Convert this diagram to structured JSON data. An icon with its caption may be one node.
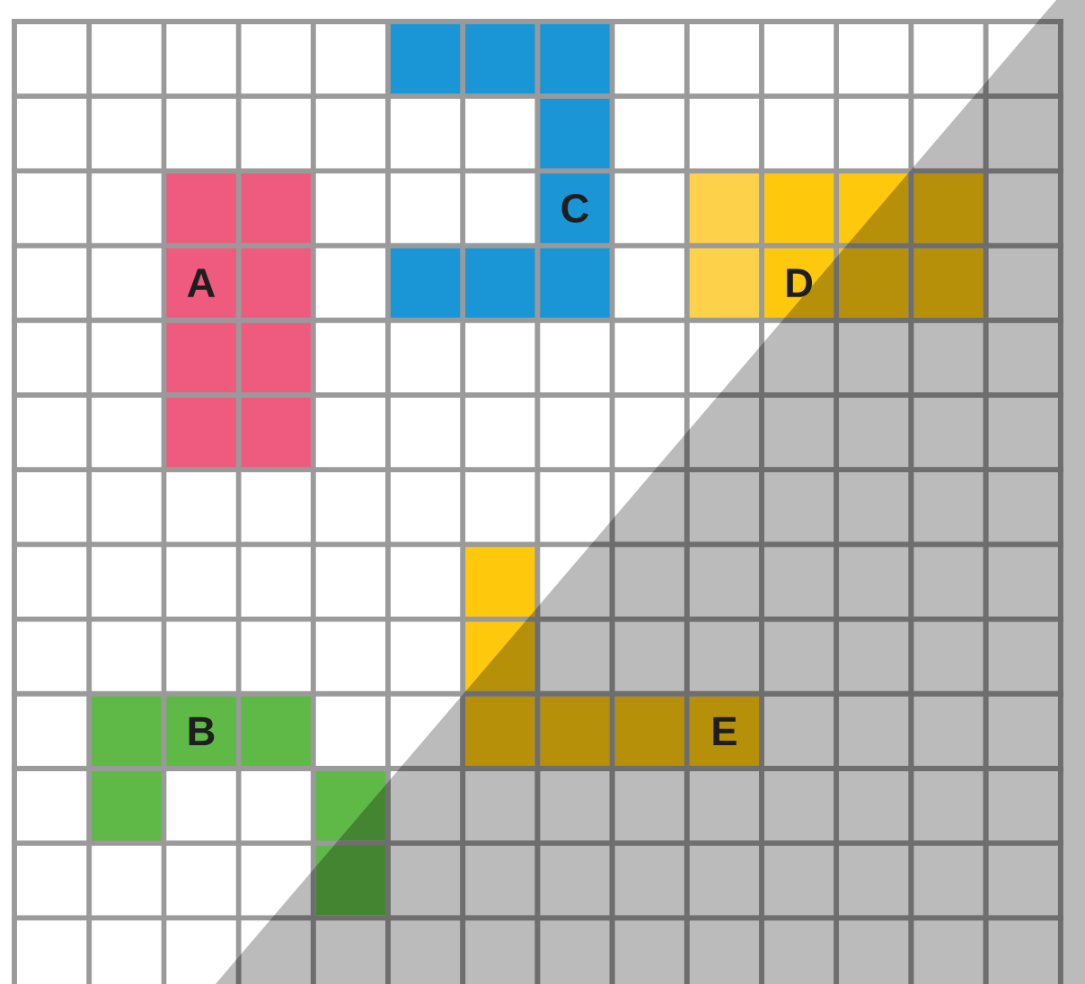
{
  "diagram": {
    "nodes": [
      {
        "text": [
          "A"
        ]
      },
      {
        "text": [
          "B"
        ]
      },
      {
        "text": [
          "C"
        ]
      },
      {
        "text": [
          "D"
        ]
      },
      {
        "text": [
          "E"
        ]
      }
    ]
  }
}
